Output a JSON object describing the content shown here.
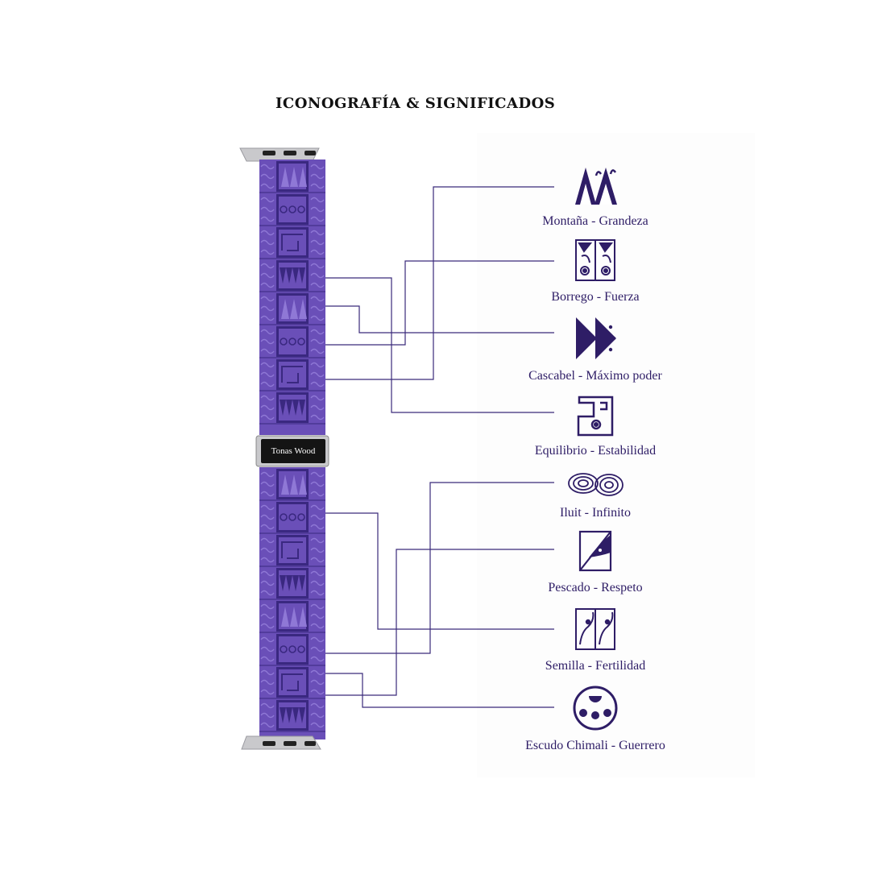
{
  "title": "ICONOGRAFÍA & SIGNIFICADOS",
  "brand": "Tonas Wood",
  "colors": {
    "band": "#6a4fb8",
    "band_dark": "#3a2880",
    "band_light": "#8f78d6",
    "ink": "#2e1d66",
    "line": "#3a2a7a",
    "metal": "#c9c9cc"
  },
  "symbols": [
    {
      "icon": "mountain-icon",
      "label": "Montaña - Grandeza"
    },
    {
      "icon": "ram-icon",
      "label": "Borrego - Fuerza"
    },
    {
      "icon": "rattlesnake-icon",
      "label": "Cascabel - Máximo poder"
    },
    {
      "icon": "balance-icon",
      "label": "Equilibrio - Estabilidad"
    },
    {
      "icon": "spiral-icon",
      "label": "Iluit - Infinito"
    },
    {
      "icon": "fish-icon",
      "label": "Pescado - Respeto"
    },
    {
      "icon": "seed-icon",
      "label": "Semilla - Fertilidad"
    },
    {
      "icon": "shield-icon",
      "label": "Escudo Chimali - Guerrero"
    }
  ]
}
